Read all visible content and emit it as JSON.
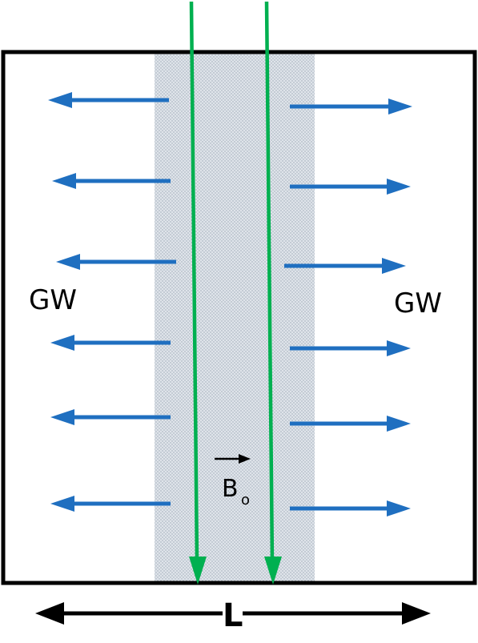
{
  "labels": {
    "gw_left": "GW",
    "gw_right": "GW",
    "field_symbol": "B",
    "field_subscript": "o",
    "length": "L"
  },
  "colors": {
    "frame": "#000000",
    "region_fill": "#cfd6de",
    "beam": "#00b050",
    "gw_arrow": "#1f6fc0",
    "dimension_arrow": "#000000"
  },
  "icons": {
    "field_vector": "arrow-right-icon"
  }
}
